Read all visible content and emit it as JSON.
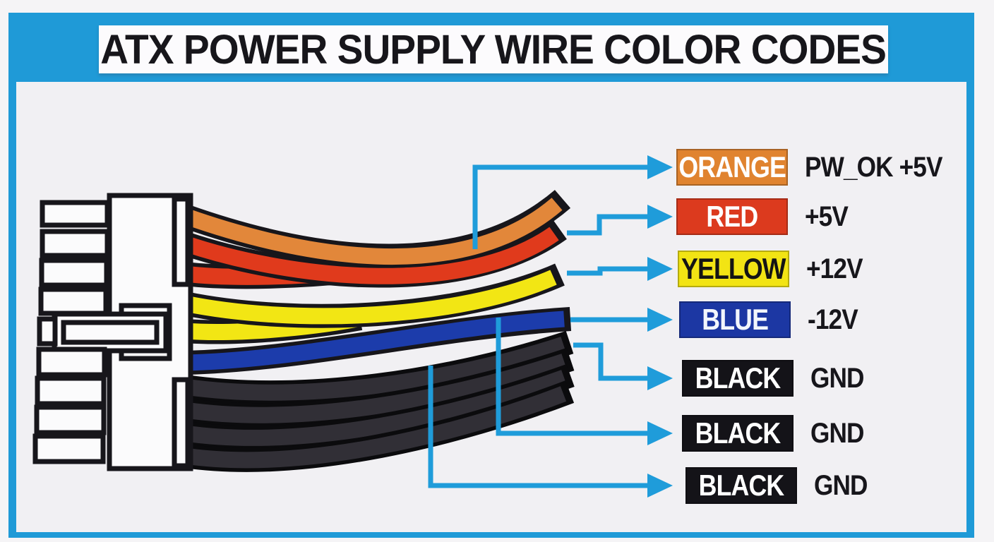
{
  "title": "ATX POWER SUPPLY WIRE COLOR CODES",
  "colors": {
    "frame_blue": "#1F9AD7",
    "arrow_blue": "#1F9CDA",
    "wire_outline": "#17161B",
    "wire_orange": "#E2873A",
    "wire_red": "#E03A1C",
    "wire_yellow": "#F2E614",
    "wire_blue": "#1C3CAB",
    "wire_black_core": "#312F36",
    "wire_black_outline": "#0B0B0D"
  },
  "legend": [
    {
      "name": "ORANGE",
      "value": "PW_OK +5V",
      "badge_bg": "#E0832F",
      "badge_text": "#FFFFFF"
    },
    {
      "name": "RED",
      "value": "+5V",
      "badge_bg": "#DC3A1E",
      "badge_text": "#FFFFFF"
    },
    {
      "name": "YELLOW",
      "value": "+12V",
      "badge_bg": "#F2E414",
      "badge_text": "#141414"
    },
    {
      "name": "BLUE",
      "value": "-12V",
      "badge_bg": "#1C37A3",
      "badge_text": "#F2F6FC"
    },
    {
      "name": "BLACK",
      "value": "GND",
      "badge_bg": "#141318",
      "badge_text": "#FFFFFF"
    },
    {
      "name": "BLACK",
      "value": "GND",
      "badge_bg": "#141318",
      "badge_text": "#FFFFFF"
    },
    {
      "name": "BLACK",
      "value": "GND",
      "badge_bg": "#141318",
      "badge_text": "#FFFFFF"
    }
  ]
}
